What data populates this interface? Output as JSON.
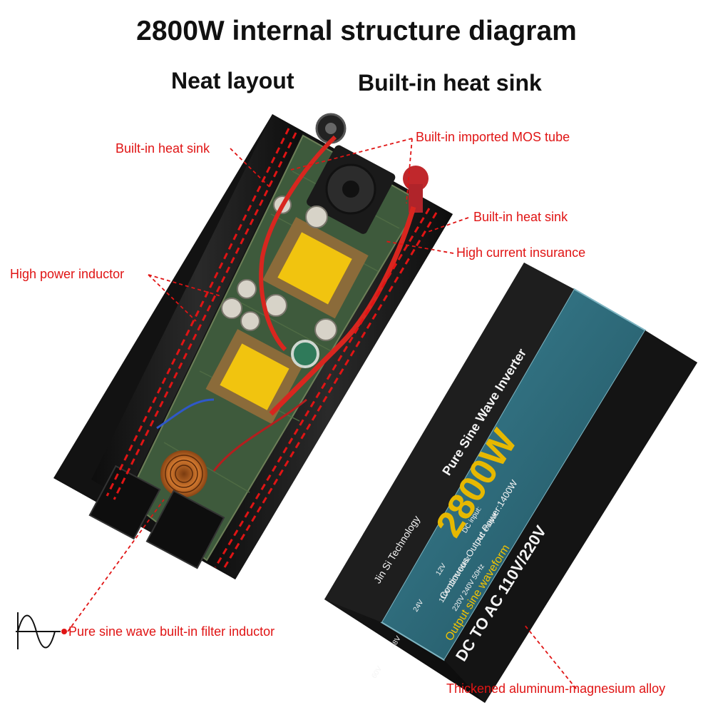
{
  "title": "2800W internal structure diagram",
  "subtitle_left": "Neat layout",
  "subtitle_right": "Built-in heat sink",
  "labels": {
    "heat_sink_left": "Built-in heat sink",
    "mos_tube": "Built-in imported MOS tube",
    "heat_sink_right": "Built-in heat sink",
    "insurance": "High current insurance",
    "inductor": "High power inductor",
    "filter_inductor": "Pure sine wave built-in filter inductor",
    "alloy": "Thickened aluminum-magnesium alloy"
  },
  "cover": {
    "brand": "Jin Si Technology",
    "product": "Pure Sine Wave Inverter",
    "power": "2800W",
    "continuous": "Continuous Output Power:1400W",
    "dc_to_ac": "DC TO AC 110V/220V",
    "waveform": "Output sine waveform",
    "dc_input": "DC input:",
    "ac_output": "AC Output:",
    "ac_option_1": "110V 120V 60Hz",
    "ac_option_2": "220V 240V 50Hz",
    "v12": "12V",
    "v24": "24V",
    "v48": "48V",
    "v60": "60V"
  },
  "colors": {
    "label_red": "#e01414",
    "cover_teal": "#2f6e80",
    "cover_gold": "#e6b800",
    "housing": "#1c1c1c"
  }
}
